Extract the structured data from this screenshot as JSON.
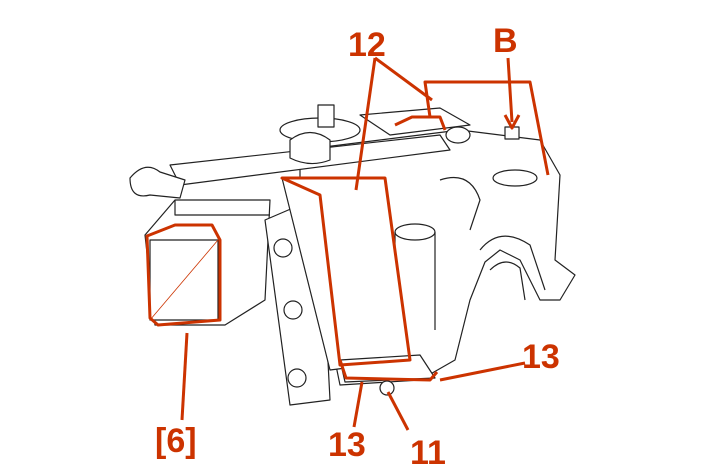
{
  "labels": {
    "part_12": "12",
    "detail_b": "B",
    "part_13_right": "13",
    "part_13_bottom": "13",
    "part_11": "11",
    "ref_6": "[6]"
  },
  "colors": {
    "callout": "#cc3300",
    "line": "#222222"
  }
}
